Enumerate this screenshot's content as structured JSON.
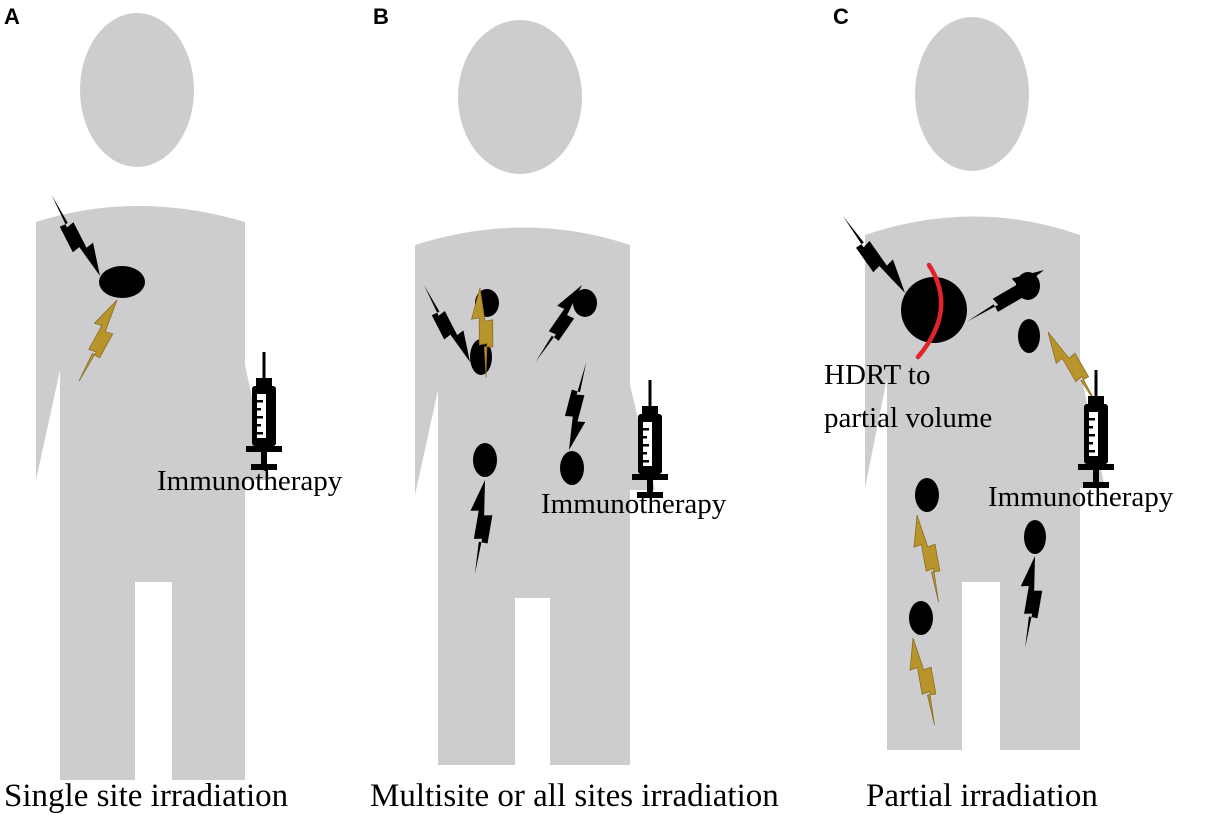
{
  "colors": {
    "body": "#cdcccf",
    "tumor": "#000000",
    "bolt_black": "#000000",
    "bolt_gold": "#b8942c",
    "hdrt_arc": "#e1232b"
  },
  "panels": [
    {
      "letter": "A",
      "caption": "Single site irradiation",
      "immunotherapy_label": "Immunotherapy"
    },
    {
      "letter": "B",
      "caption": "Multisite or all sites irradiation",
      "immunotherapy_label": "Immunotherapy"
    },
    {
      "letter": "C",
      "caption": "Partial irradiation",
      "immunotherapy_label": "Immunotherapy",
      "hdrt_line1": "HDRT to",
      "hdrt_line2": "partial volume"
    }
  ],
  "icons": [
    "person-silhouette",
    "tumor-lesion",
    "lightning-bolt-icon",
    "syringe-icon",
    "hdrt-arc"
  ]
}
